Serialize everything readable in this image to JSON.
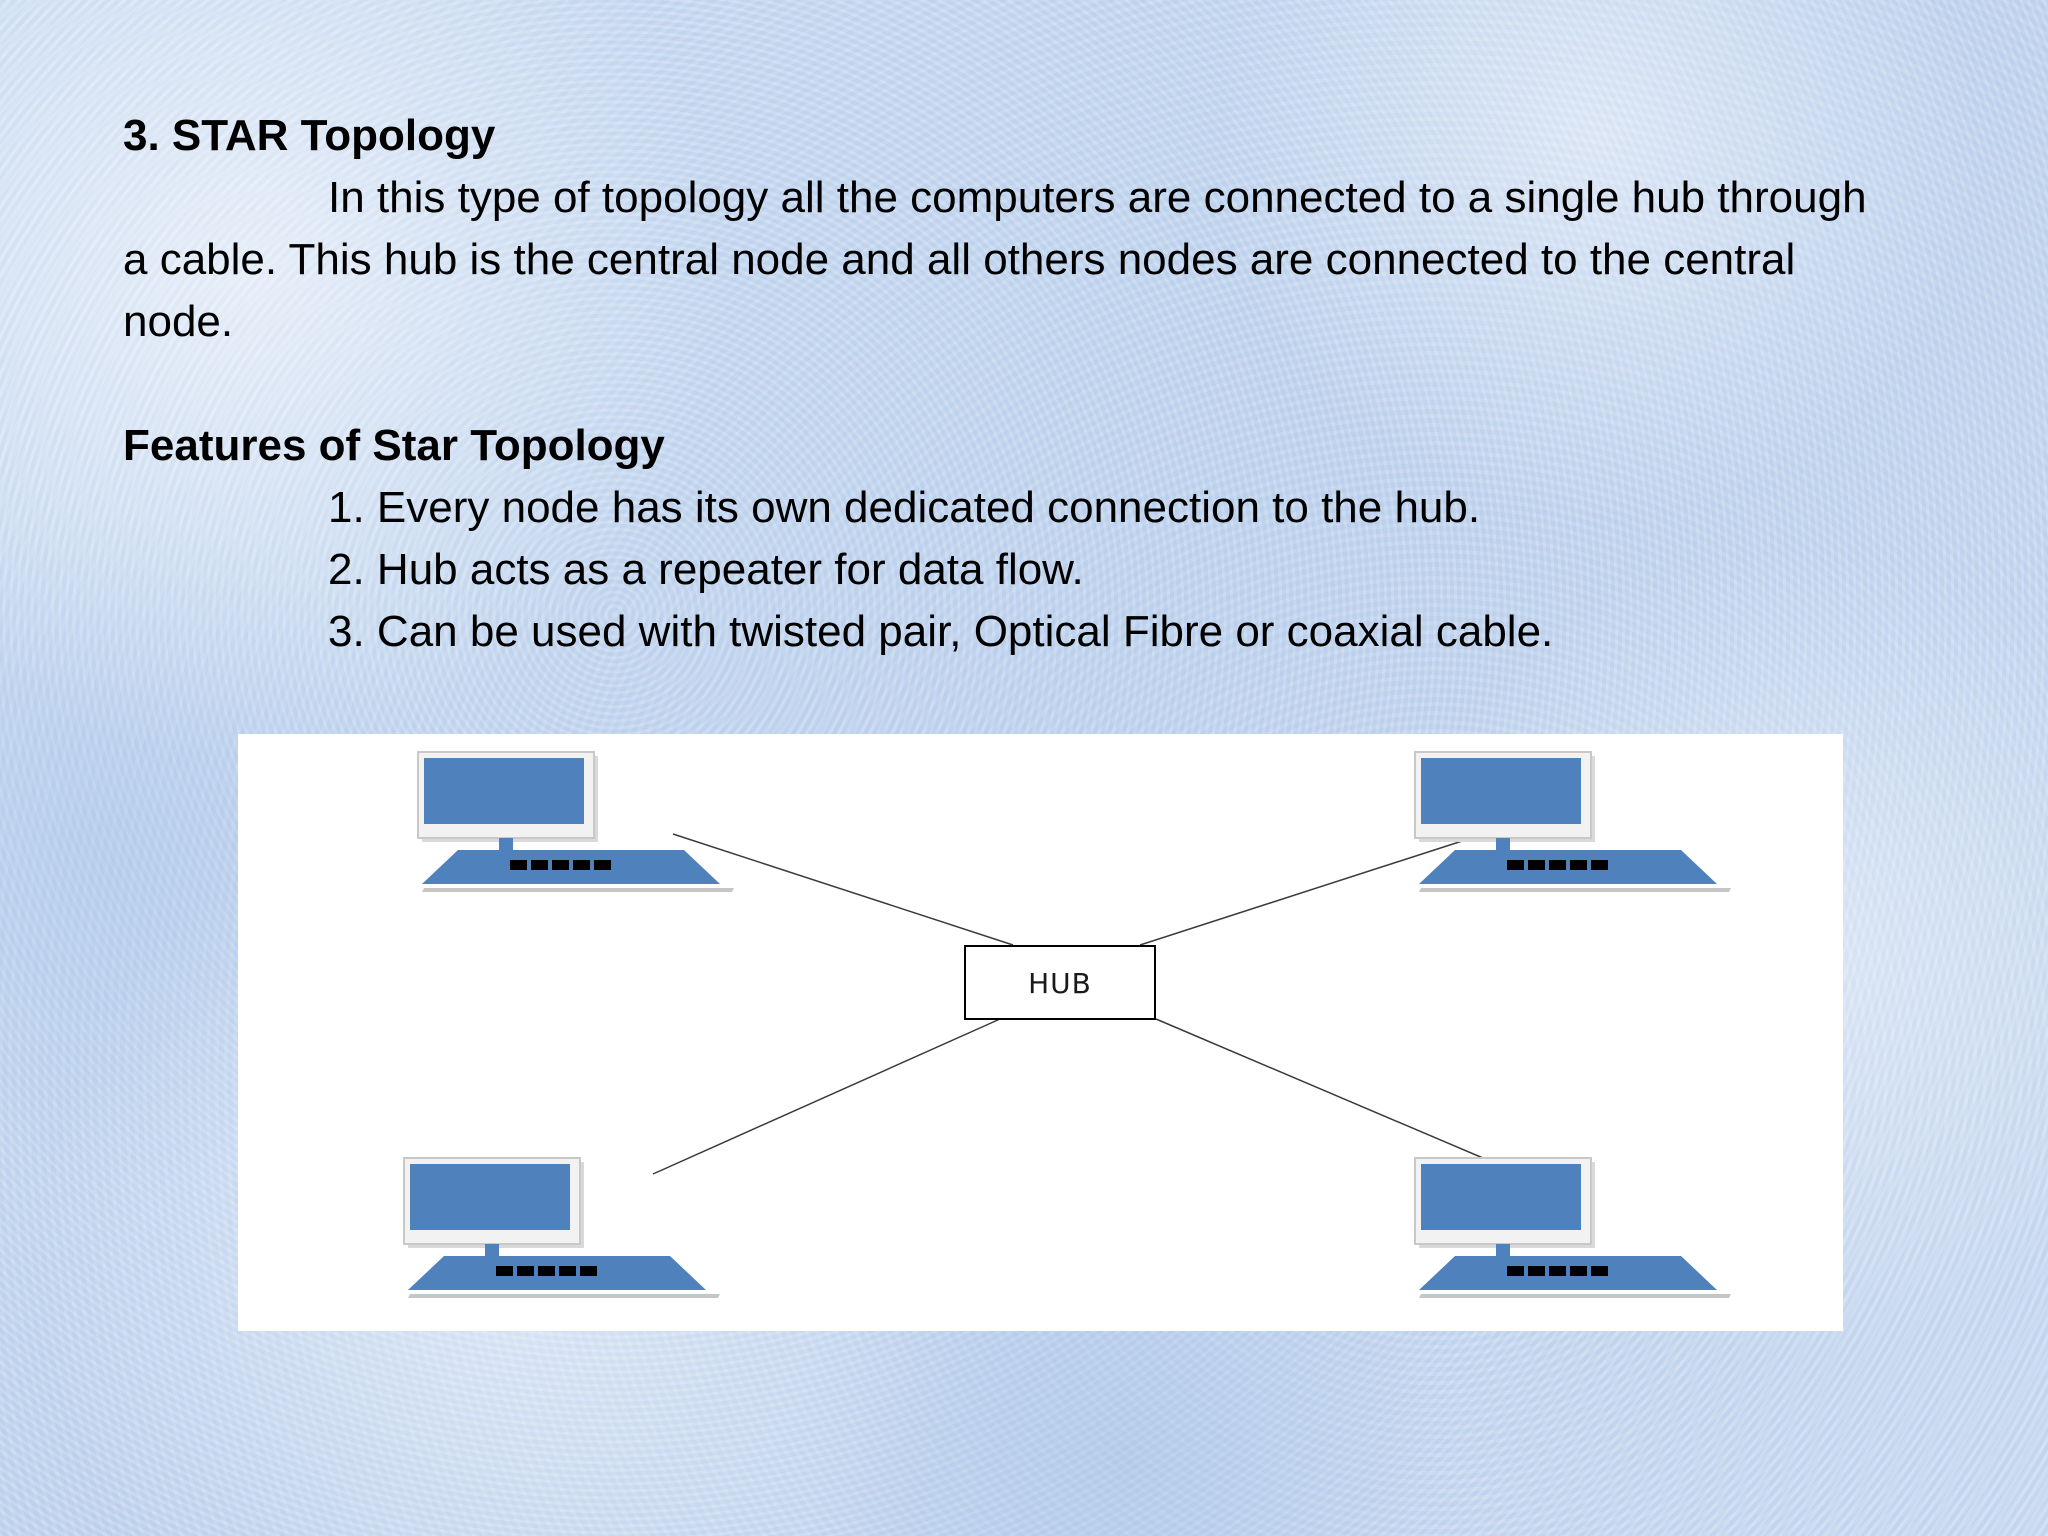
{
  "section": {
    "heading": "3. STAR Topology",
    "description": "In this type of topology all the computers are connected to a single hub through a cable. This hub is the central node and all others nodes are connected to the central node."
  },
  "features": {
    "heading": "Features of Star Topology",
    "items": [
      "1. Every node has its own dedicated connection to the hub.",
      "2. Hub acts as a repeater for data flow.",
      "3. Can be used with twisted pair, Optical Fibre or coaxial cable."
    ]
  },
  "diagram": {
    "hub_label": "HUB",
    "computer_color": "#4f81bd",
    "keyboard_key_color": "#000000"
  }
}
